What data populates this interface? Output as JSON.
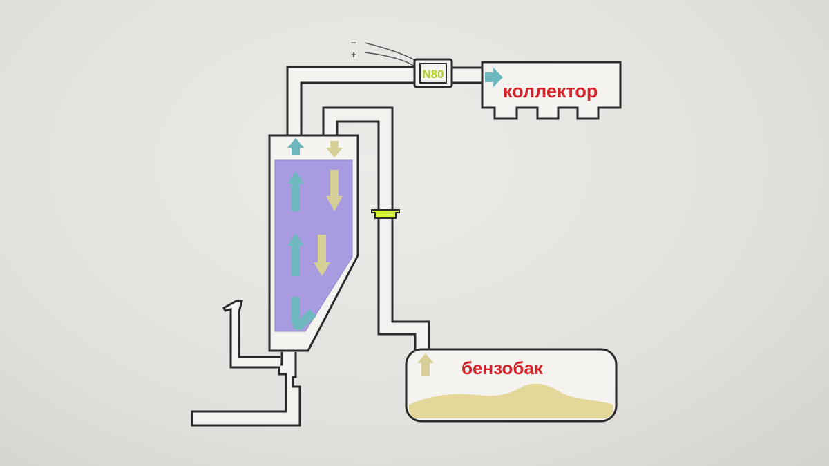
{
  "labels": {
    "collector": "коллектор",
    "tank": "бензобак",
    "valve": "N80",
    "minus": "–",
    "plus": "+"
  },
  "colors": {
    "line": "#2a2a2a",
    "fill": "#f4f3f0",
    "chamber": "#a99be0",
    "arrow_up": "#6fb8bf",
    "arrow_down": "#d6cf96",
    "fuel": "#e3d79a",
    "valve": "#d6f23a",
    "text_red": "#d2222a",
    "valve_text": "#b4cc2a"
  }
}
